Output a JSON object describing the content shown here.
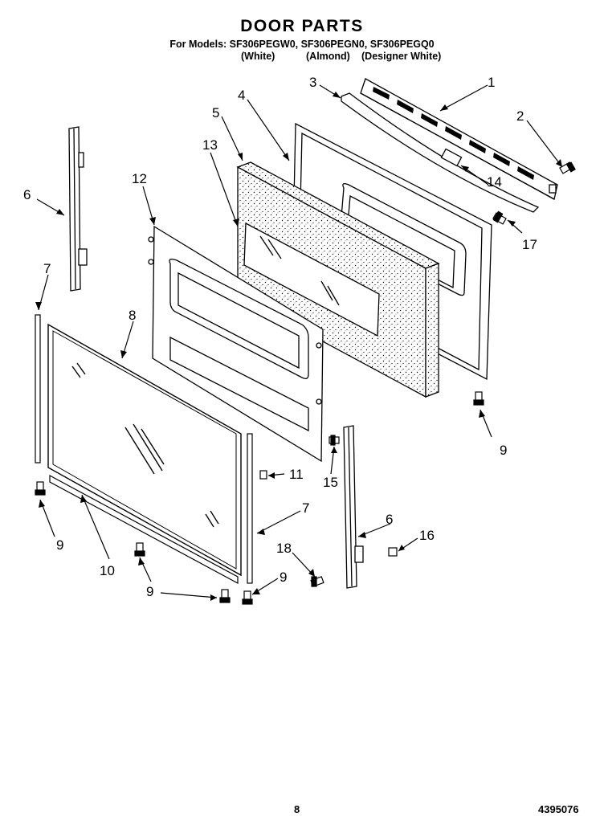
{
  "header": {
    "title": "DOOR PARTS",
    "models_line": "For Models: SF306PEGW0, SF306PEGN0, SF306PEGQ0",
    "colors": [
      "(White)",
      "(Almond)",
      "(Designer White)"
    ]
  },
  "callouts": [
    "1",
    "2",
    "3",
    "4",
    "5",
    "6",
    "6",
    "7",
    "7",
    "8",
    "9",
    "9",
    "9",
    "9",
    "9",
    "10",
    "11",
    "12",
    "13",
    "14",
    "15",
    "16",
    "17",
    "18"
  ],
  "footer": {
    "page_number": "8",
    "doc_code": "4395076"
  }
}
